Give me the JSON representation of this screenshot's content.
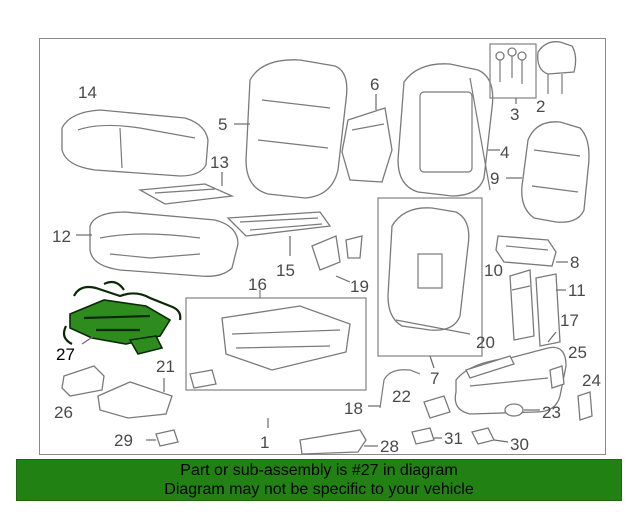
{
  "diagram": {
    "labels": [
      {
        "id": "1",
        "text": "1"
      },
      {
        "id": "2",
        "text": "2"
      },
      {
        "id": "3",
        "text": "3"
      },
      {
        "id": "4",
        "text": "4"
      },
      {
        "id": "5",
        "text": "5"
      },
      {
        "id": "6",
        "text": "6"
      },
      {
        "id": "7",
        "text": "7"
      },
      {
        "id": "8",
        "text": "8"
      },
      {
        "id": "9",
        "text": "9"
      },
      {
        "id": "10",
        "text": "10"
      },
      {
        "id": "11",
        "text": "11"
      },
      {
        "id": "12",
        "text": "12"
      },
      {
        "id": "13",
        "text": "13"
      },
      {
        "id": "14",
        "text": "14"
      },
      {
        "id": "15",
        "text": "15"
      },
      {
        "id": "16",
        "text": "16"
      },
      {
        "id": "17",
        "text": "17"
      },
      {
        "id": "18",
        "text": "18"
      },
      {
        "id": "19",
        "text": "19"
      },
      {
        "id": "20",
        "text": "20"
      },
      {
        "id": "21",
        "text": "21"
      },
      {
        "id": "22",
        "text": "22"
      },
      {
        "id": "23",
        "text": "23"
      },
      {
        "id": "24",
        "text": "24"
      },
      {
        "id": "25",
        "text": "25"
      },
      {
        "id": "26",
        "text": "26"
      },
      {
        "id": "27",
        "text": "27"
      },
      {
        "id": "28",
        "text": "28"
      },
      {
        "id": "29",
        "text": "29"
      },
      {
        "id": "30",
        "text": "30"
      },
      {
        "id": "31",
        "text": "31"
      }
    ],
    "highlighted_part": "27",
    "highlight_color": "#2e8b1e"
  },
  "banner": {
    "line1": "Part or sub-assembly is #27 in diagram",
    "line2": "Diagram may not be specific to your vehicle",
    "background": "#218112"
  }
}
